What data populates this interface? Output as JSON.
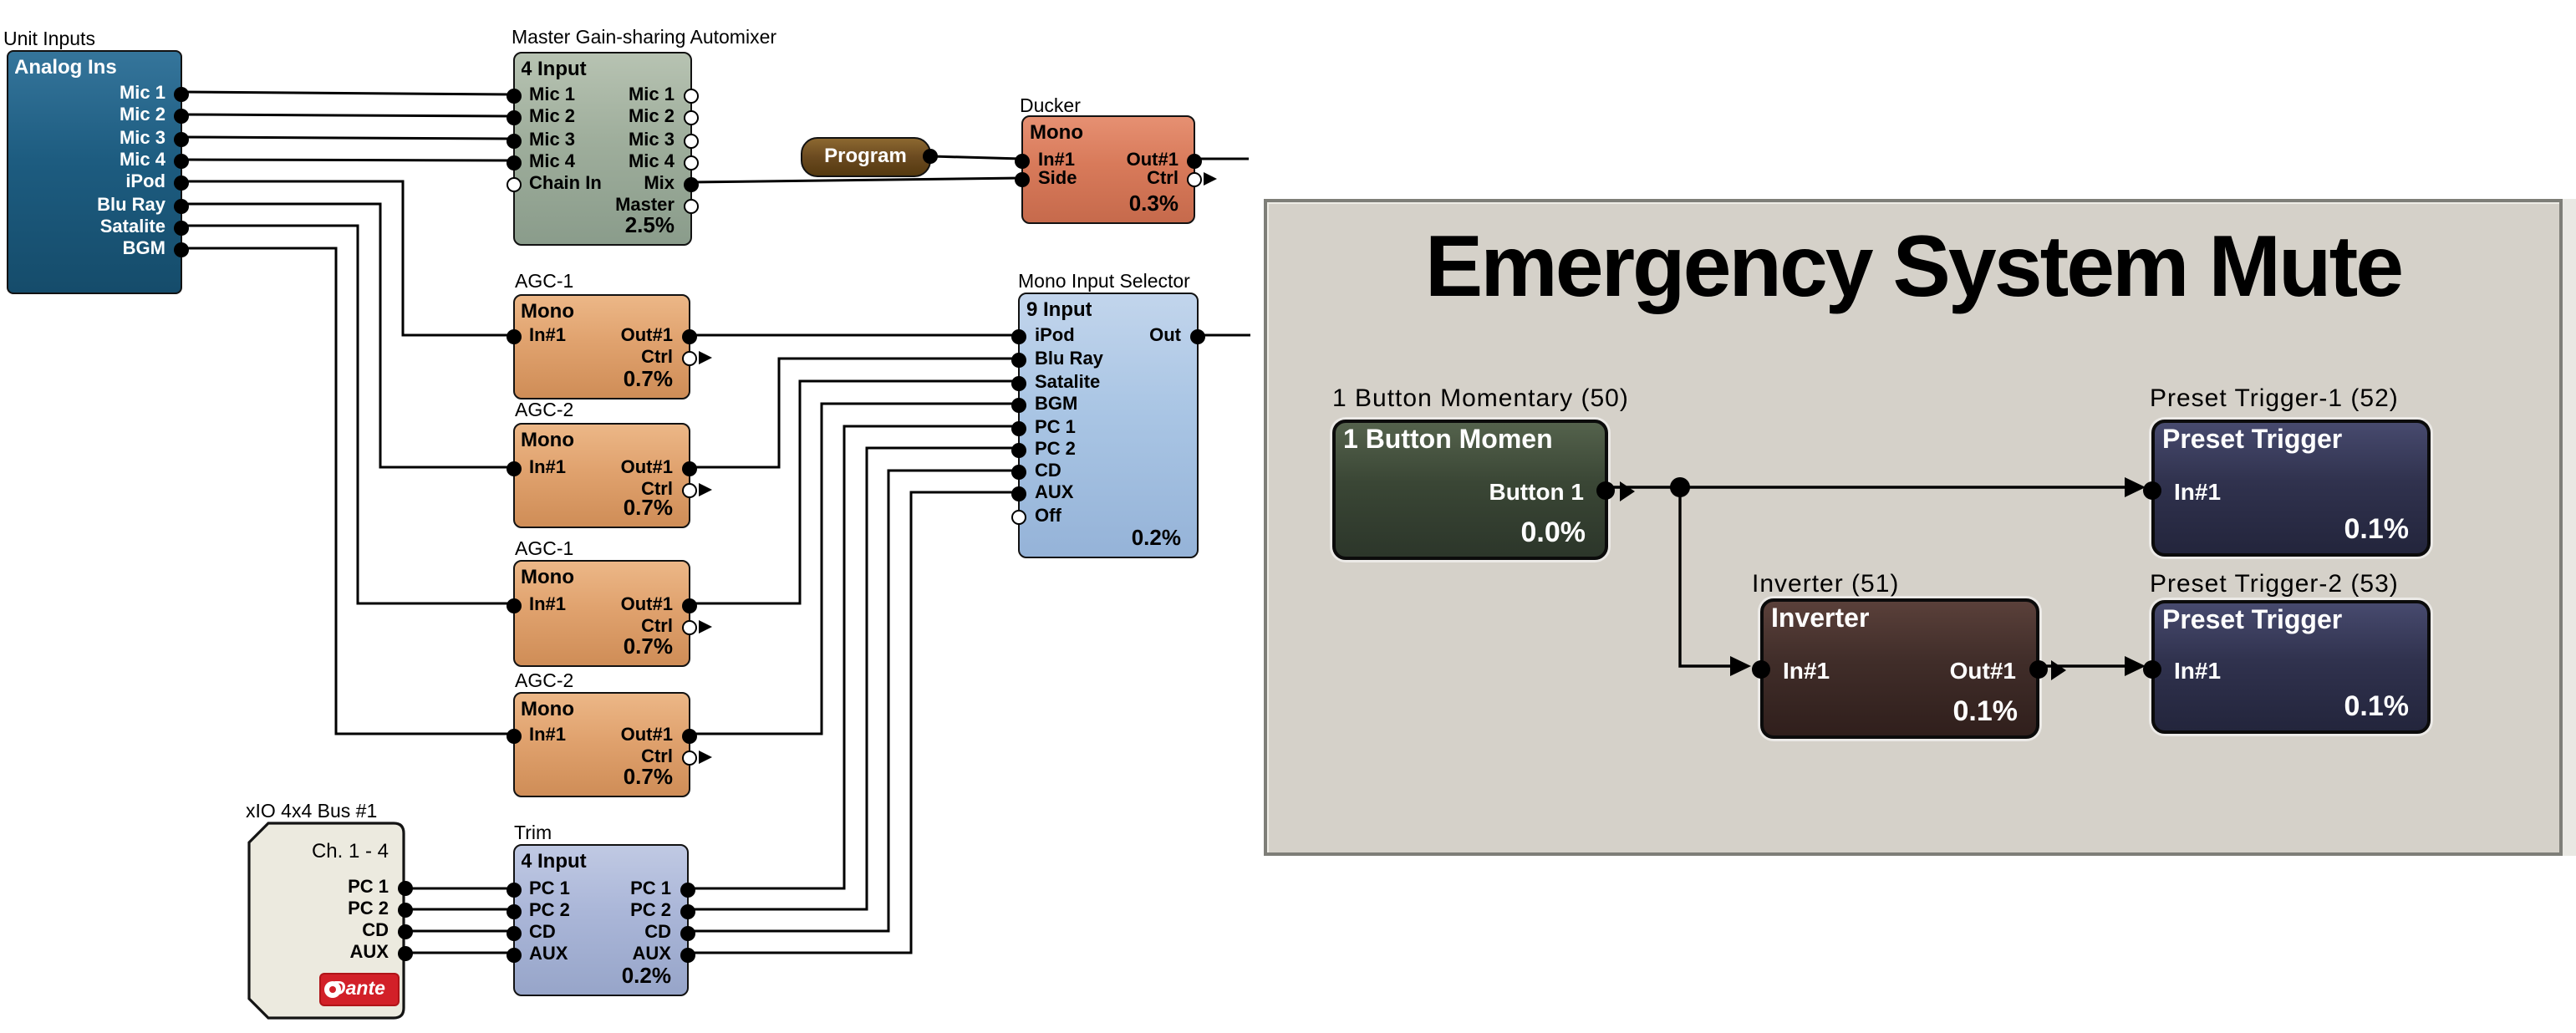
{
  "colors": {
    "wire": "#000000",
    "canvas_bg": "#ffffff",
    "panel_bg": "#d5d1c9",
    "analog_ins_block": "#1d5c80",
    "automixer_block": "#9fae9c",
    "program_label": "#6b4a20",
    "ducker_block": "#d87a5a",
    "agc_block": "#e0a26e",
    "selector_block": "#a9c5e4",
    "xio_block": "#eceadf",
    "trim_block": "#aab6d8",
    "button_momentary_block": "#3a4635",
    "inverter_block": "#402d29",
    "preset_trigger_block": "#30324e",
    "dante_badge": "#d22028"
  },
  "diagram": {
    "unit_inputs": {
      "title": "Unit Inputs",
      "label": "Analog Ins",
      "outputs": [
        "Mic 1",
        "Mic 2",
        "Mic 3",
        "Mic 4",
        "iPod",
        "Blu Ray",
        "Satalite",
        "BGM"
      ]
    },
    "automixer": {
      "title": "Master Gain-sharing Automixer",
      "label": "4 Input",
      "inputs": [
        "Mic 1",
        "Mic 2",
        "Mic 3",
        "Mic 4",
        "Chain In"
      ],
      "outputs": [
        "Mic 1",
        "Mic 2",
        "Mic 3",
        "Mic 4",
        "Mix",
        "Master"
      ],
      "percent": "2.5%"
    },
    "program": {
      "label": "Program"
    },
    "ducker": {
      "title": "Ducker",
      "label": "Mono",
      "inputs": [
        "In#1",
        "Side"
      ],
      "outputs": [
        "Out#1",
        "Ctrl"
      ],
      "percent": "0.3%"
    },
    "agc": [
      {
        "title": "AGC-1",
        "label": "Mono",
        "input": "In#1",
        "output": "Out#1",
        "ctrl": "Ctrl",
        "percent": "0.7%"
      },
      {
        "title": "AGC-2",
        "label": "Mono",
        "input": "In#1",
        "output": "Out#1",
        "ctrl": "Ctrl",
        "percent": "0.7%"
      },
      {
        "title": "AGC-1",
        "label": "Mono",
        "input": "In#1",
        "output": "Out#1",
        "ctrl": "Ctrl",
        "percent": "0.7%"
      },
      {
        "title": "AGC-2",
        "label": "Mono",
        "input": "In#1",
        "output": "Out#1",
        "ctrl": "Ctrl",
        "percent": "0.7%"
      }
    ],
    "selector": {
      "title": "Mono Input Selector",
      "label": "9 Input",
      "inputs": [
        "iPod",
        "Blu Ray",
        "Satalite",
        "BGM",
        "PC 1",
        "PC 2",
        "CD",
        "AUX",
        "Off"
      ],
      "output": "Out",
      "percent": "0.2%"
    },
    "xio": {
      "title": "xIO 4x4 Bus #1",
      "channels": "Ch. 1 - 4",
      "outputs": [
        "PC 1",
        "PC 2",
        "CD",
        "AUX"
      ],
      "badge": "Dante"
    },
    "trim": {
      "title": "Trim",
      "label": "4 Input",
      "inputs": [
        "PC 1",
        "PC 2",
        "CD",
        "AUX"
      ],
      "outputs": [
        "PC 1",
        "PC 2",
        "CD",
        "AUX"
      ],
      "percent": "0.2%"
    }
  },
  "panel": {
    "title": "Emergency System Mute",
    "button_momentary": {
      "title": "1 Button Momentary (50)",
      "label": "1 Button Momen",
      "output": "Button 1",
      "percent": "0.0%"
    },
    "inverter": {
      "title": "Inverter (51)",
      "label": "Inverter",
      "input": "In#1",
      "output": "Out#1",
      "percent": "0.1%"
    },
    "preset_trigger_1": {
      "title": "Preset Trigger-1 (52)",
      "label": "Preset Trigger",
      "input": "In#1",
      "percent": "0.1%"
    },
    "preset_trigger_2": {
      "title": "Preset Trigger-2 (53)",
      "label": "Preset Trigger",
      "input": "In#1",
      "percent": "0.1%"
    }
  }
}
